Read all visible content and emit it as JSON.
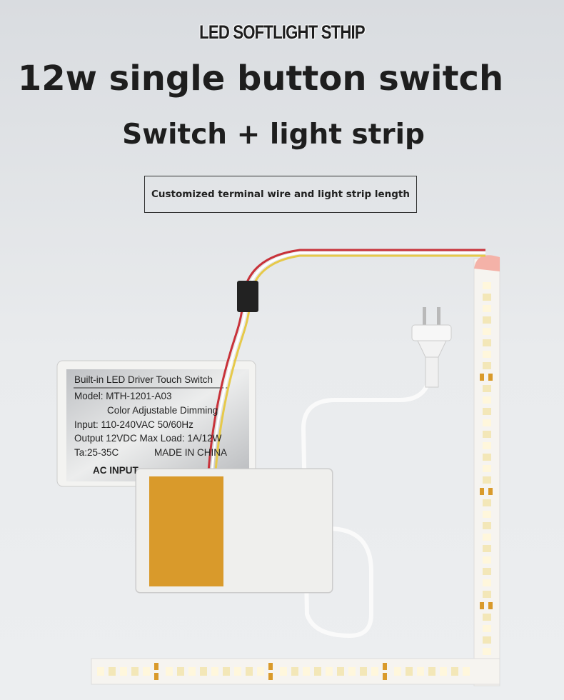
{
  "header": {
    "brand": "LED SOFTLIGHT STHIP",
    "headline": "12w single button switch",
    "subtitle": "Switch + light strip",
    "note": "Customized terminal wire and light strip length"
  },
  "label": {
    "title": "Built-in LED Driver Touch Switch",
    "model": "Model: MTH-1201-A03",
    "feature": "Color Adjustable Dimming",
    "input": "Input: 110-240VAC   50/60Hz",
    "output": "Output 12VDC  Max Load: 1A/12W",
    "ta": "Ta:25-35C",
    "made": "MADE IN CHINA",
    "ac": "AC INPUT"
  },
  "colors": {
    "pad": "#d99a2b",
    "wire_red": "#c8323a",
    "wire_yellow": "#e6c94a",
    "strip": "#f4f2ee"
  }
}
